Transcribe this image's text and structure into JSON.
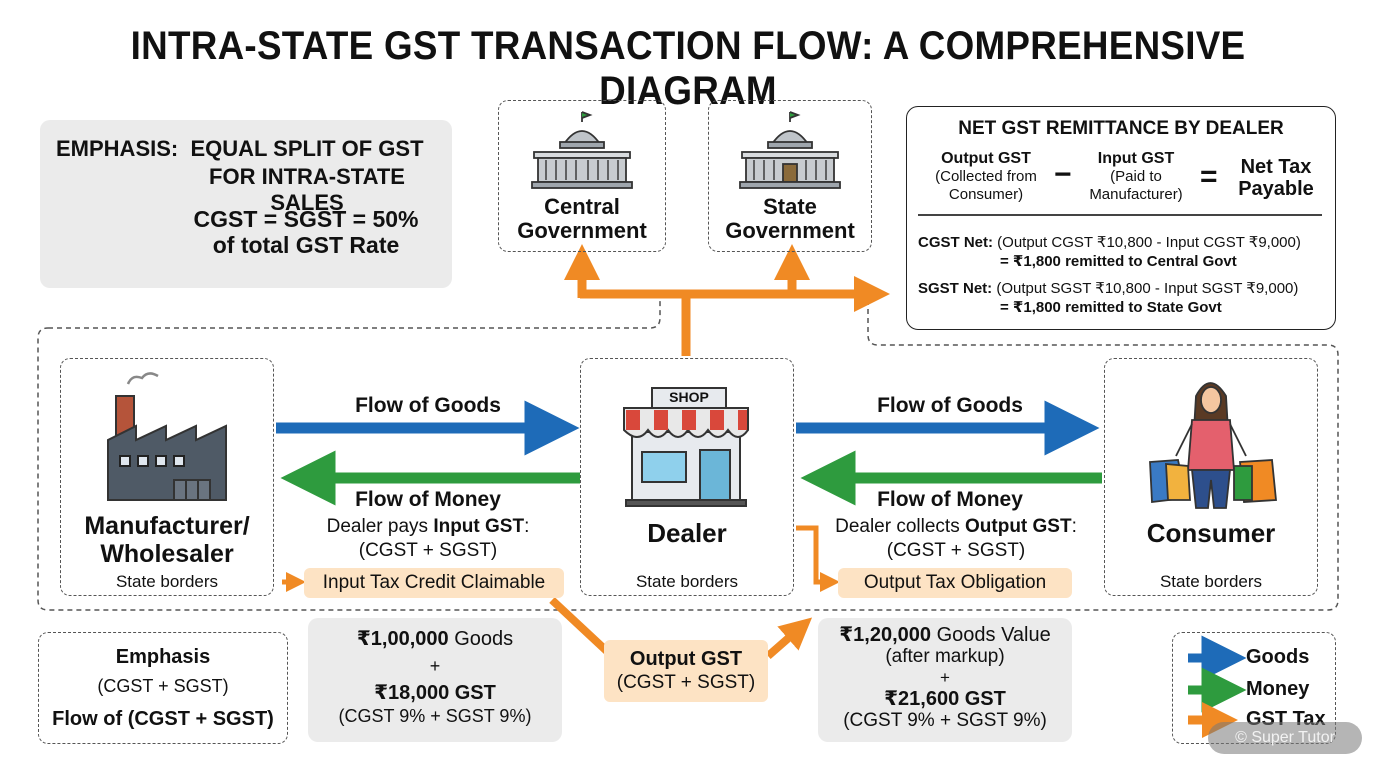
{
  "title": "INTRA-STATE GST TRANSACTION FLOW: A COMPREHENSIVE DIAGRAM",
  "emphasis_box": {
    "label": "EMPHASIS:",
    "heading_1": "EQUAL SPLIT OF GST",
    "heading_2": "FOR INTRA-STATE SALES",
    "formula_1": "CGST = SGST = 50%",
    "formula_2": "of total GST Rate"
  },
  "central_gov": {
    "line_1": "Central",
    "line_2": "Government"
  },
  "state_gov": {
    "line_1": "State",
    "line_2": "Government"
  },
  "net_remittance": {
    "title": "NET GST REMITTANCE BY DEALER",
    "output_label": "Output GST",
    "output_sub_1": "(Collected from",
    "output_sub_2": "Consumer)",
    "minus": "−",
    "input_label": "Input GST",
    "input_sub_1": "(Paid to",
    "input_sub_2": "Manufacturer)",
    "equals": "=",
    "result_1": "Net Tax",
    "result_2": "Payable",
    "cgst_label": "CGST Net:",
    "cgst_calc": " (Output CGST ₹10,800 - Input CGST ₹9,000)",
    "cgst_result": "= ₹1,800 remitted to Central Govt",
    "sgst_label": "SGST Net:",
    "sgst_calc": " (Output SGST ₹10,800 - Input SGST ₹9,000)",
    "sgst_result": "= ₹1,800 remitted to State Govt"
  },
  "manufacturer": {
    "line_1": "Manufacturer/",
    "line_2": "Wholesaler",
    "sub": "State borders"
  },
  "dealer": {
    "sign": "SHOP",
    "name": "Dealer",
    "sub": "State borders"
  },
  "consumer": {
    "name": "Consumer",
    "sub": "State borders"
  },
  "left_flow": {
    "goods": "Flow of Goods",
    "money": "Flow of Money",
    "desc_pre": "Dealer pays ",
    "desc_bold": "Input GST",
    "desc_post": ":",
    "desc_2": "(CGST + SGST)",
    "tag": "Input Tax Credit Claimable"
  },
  "right_flow": {
    "goods": "Flow of Goods",
    "money": "Flow of Money",
    "desc_pre": "Dealer collects ",
    "desc_bold": "Output GST",
    "desc_post": ":",
    "desc_2": "(CGST + SGST)",
    "tag": "Output Tax Obligation"
  },
  "bottom_emphasis": {
    "title": "Emphasis",
    "line_2": "(CGST + SGST)",
    "line_3": "Flow of (CGST + SGST)"
  },
  "purchase_value": {
    "amount": "₹1,00,000",
    "amount_label": " Goods",
    "plus": "+",
    "gst": "₹18,000 GST",
    "split": "(CGST 9% + SGST 9%)"
  },
  "output_gst_box": {
    "line_1": "Output GST",
    "line_2": "(CGST + SGST)"
  },
  "sale_value": {
    "amount": "₹1,20,000",
    "amount_label": " Goods Value",
    "markup": "(after markup)",
    "plus": "+",
    "gst": "₹21,600 GST",
    "split": "(CGST 9% + SGST 9%)"
  },
  "legend": [
    {
      "label": "Goods",
      "color": "#1e6bb8"
    },
    {
      "label": "Money",
      "color": "#2e9b3e"
    },
    {
      "label": "GST Tax",
      "color": "#f08a24"
    }
  ],
  "watermark": "© Super Tutor",
  "colors": {
    "goods": "#1e6bb8",
    "money": "#2e9b3e",
    "tax": "#f08a24",
    "peach": "#fde3c4",
    "gray_box": "#ebebeb"
  }
}
